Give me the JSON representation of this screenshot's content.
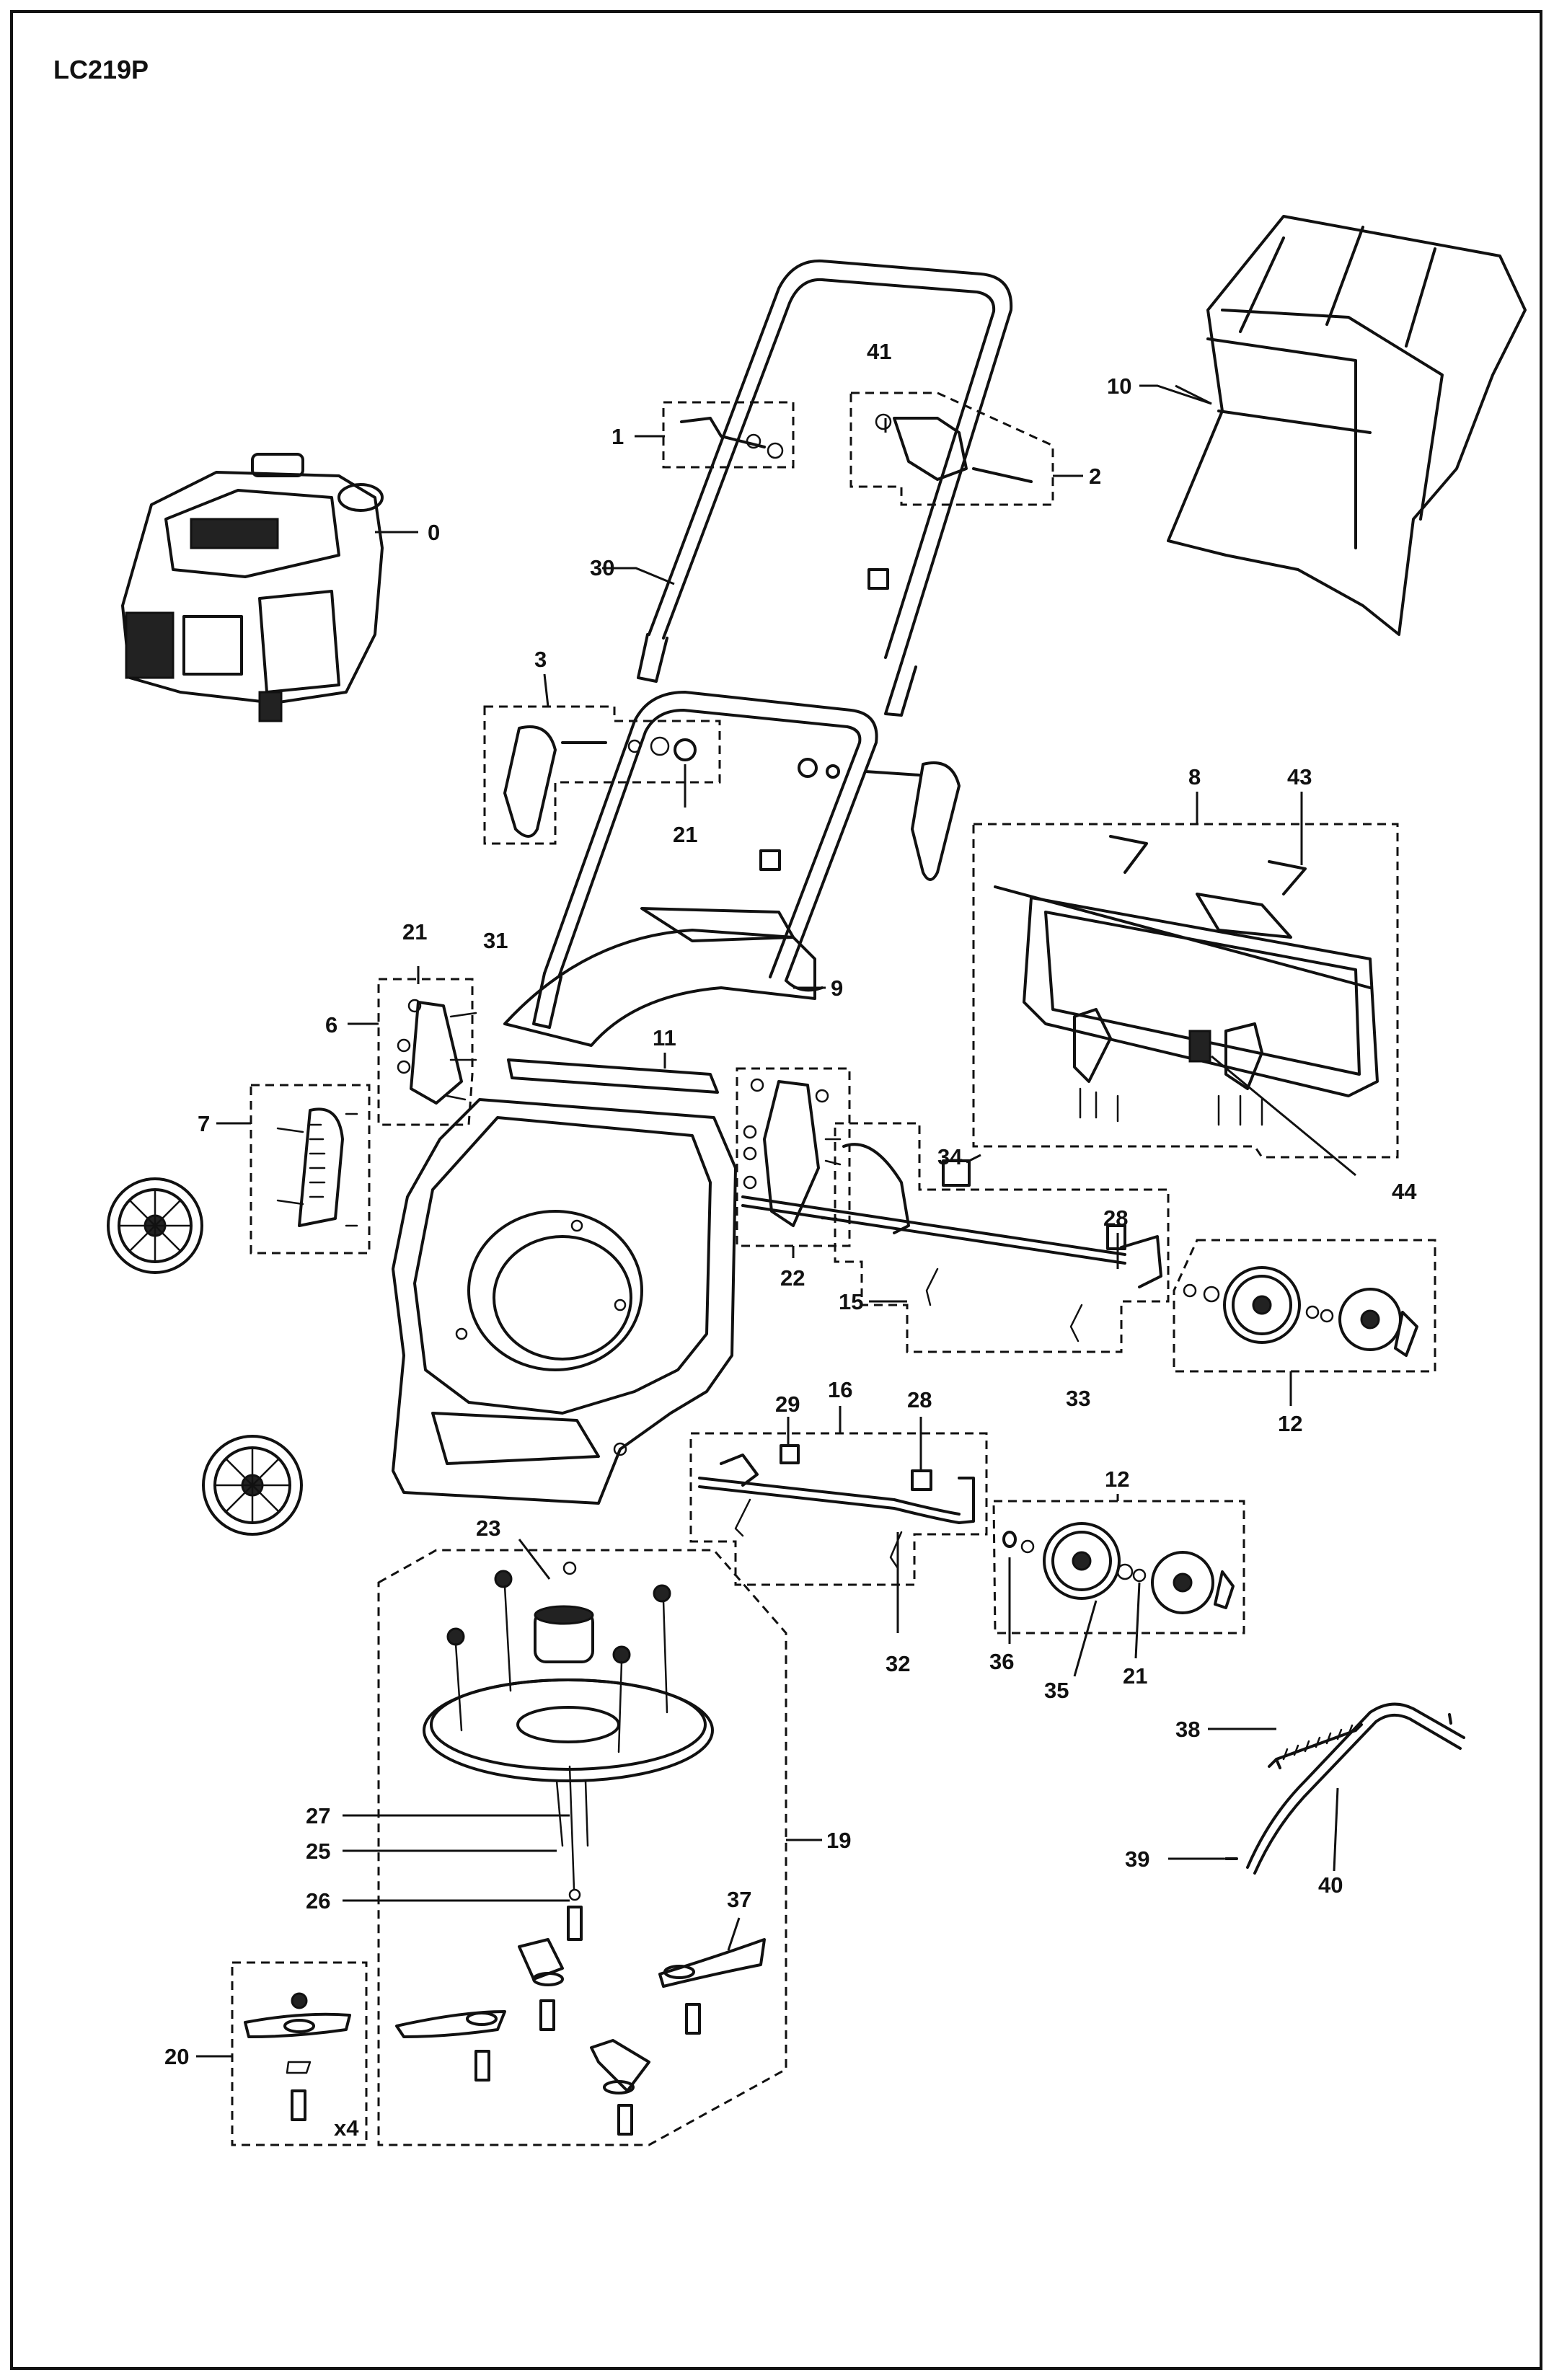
{
  "title": "LC219P",
  "labels": {
    "l0": "0",
    "l1": "1",
    "l2": "2",
    "l3": "3",
    "l6": "6",
    "l7": "7",
    "l8": "8",
    "l9": "9",
    "l10": "10",
    "l11": "11",
    "l12a": "12",
    "l12b": "12",
    "l15": "15",
    "l16": "16",
    "l19": "19",
    "l20": "20",
    "l21a": "21",
    "l21b": "21",
    "l21c": "21",
    "l22": "22",
    "l23": "23",
    "l25": "25",
    "l26": "26",
    "l27": "27",
    "l28a": "28",
    "l28b": "28",
    "l29": "29",
    "l30": "30",
    "l31": "31",
    "l32": "32",
    "l33": "33",
    "l34": "34",
    "l35": "35",
    "l36": "36",
    "l37": "37",
    "l38": "38",
    "l39": "39",
    "l40": "40",
    "l41": "41",
    "l43": "43",
    "l44": "44",
    "x4": "x4"
  }
}
